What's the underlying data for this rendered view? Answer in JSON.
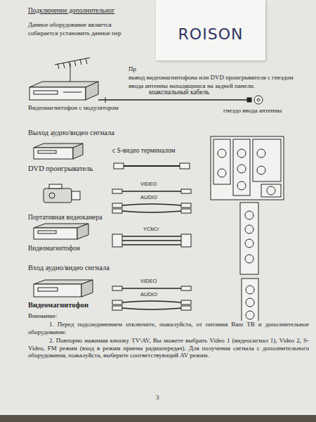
{
  "diagram": {
    "title": "Подключение дополнительног",
    "nodes": [
      {
        "text": [
          "ROISON"
        ]
      }
    ],
    "labels": [
      "Данное оборудование является",
      "собирается установить данное пер",
      "Пр",
      "вывод видеомагнитофона или DVD проигрывателя с гнездом",
      "ввода антенны находящимся на задней панели.",
      "коаксиальный кабель",
      "Видеомагнитофон с модулятором",
      "гнездо ввода антенны",
      "Выход аудио/видео сигнала",
      "с S-видео терминалом",
      "DVD проигрыватель",
      "VIDEO",
      "AUDIO",
      "Портативная видеокамера",
      "YCbCr",
      "Видеомагнитофон",
      "Вход аудио/видео сигнала",
      "VIDEO",
      "AUDIO",
      "Видеомагнитофон",
      "Внимание:",
      "1. Перед подсоединением отключите, пожалуйста, от питания Ваш ТВ и дополнительное оборудование.",
      "2. Повторно нажимая кнопку TV\\AV, Вы можете выбрать Video 1 (видеосигнал 1), Video 2, S-Video, FM режим (вход в режим приема радиопередач). Для получения сигнала с дополнительного оборудования, пожалуйста, выберите соответствующий AV режим.",
      "3"
    ]
  }
}
